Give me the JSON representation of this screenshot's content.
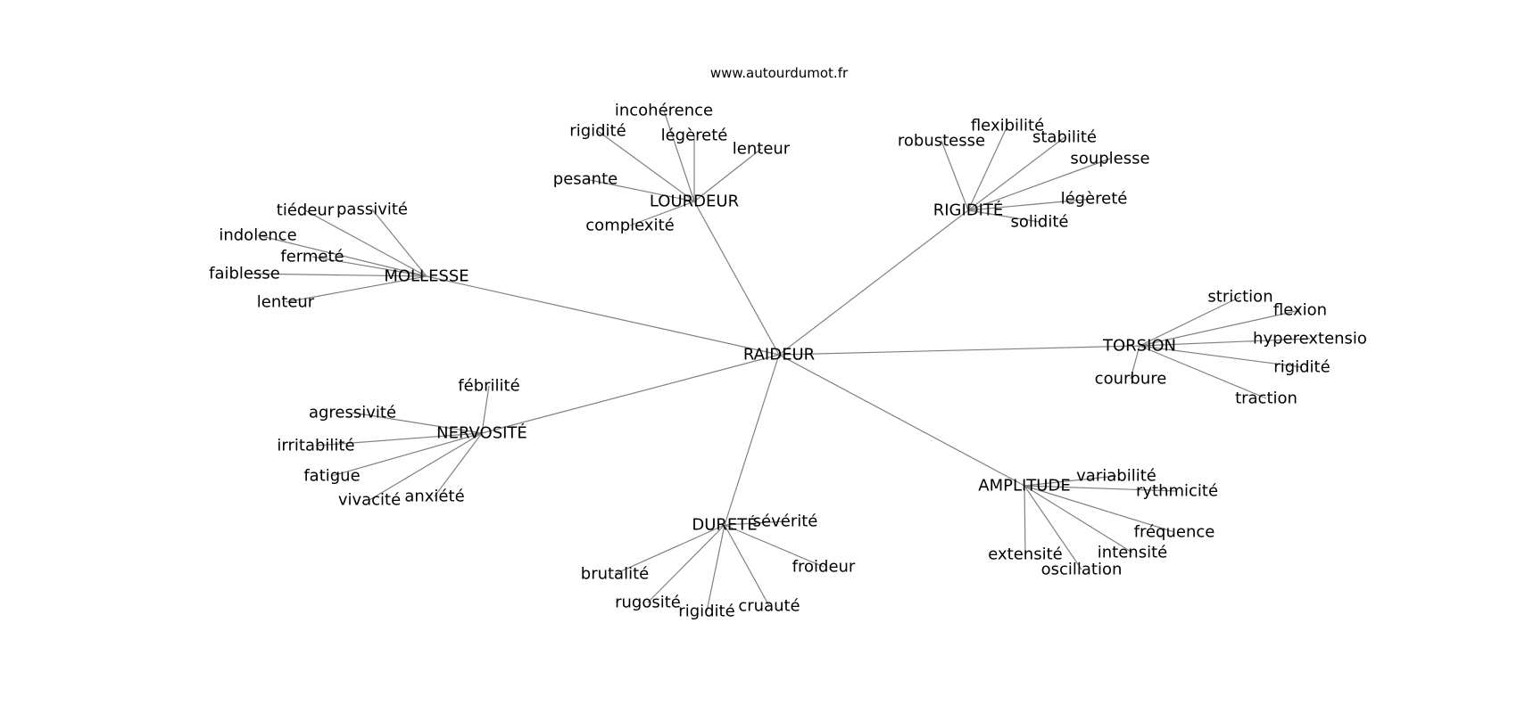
{
  "site": "www.autourdumot.fr",
  "root": "RAIDEUR",
  "groups": [
    {
      "label": "LOURDEUR",
      "children": [
        "incohérence",
        "rigidité",
        "légèreté",
        "lenteur",
        "pesante",
        "complexité"
      ]
    },
    {
      "label": "RIGIDITÉ",
      "children": [
        "flexibilité",
        "robustesse",
        "stabilité",
        "souplesse",
        "légèreté",
        "solidité"
      ]
    },
    {
      "label": "MOLLESSE",
      "children": [
        "tiédeur",
        "passivité",
        "indolence",
        "fermeté",
        "faiblesse",
        "lenteur"
      ]
    },
    {
      "label": "TORSION",
      "children": [
        "striction",
        "flexion",
        "hyperextensio",
        "rigidité",
        "courbure",
        "traction"
      ]
    },
    {
      "label": "NERVOSITÉ",
      "children": [
        "fébrilité",
        "agressivité",
        "irritabilité",
        "fatigue",
        "vivacité",
        "anxiété"
      ]
    },
    {
      "label": "AMPLITUDE",
      "children": [
        "variabilité",
        "rythmicité",
        "fréquence",
        "intensité",
        "extensité",
        "oscillation"
      ]
    },
    {
      "label": "DURETÉ",
      "children": [
        "sévérité",
        "froideur",
        "brutalité",
        "rugosité",
        "rigidité",
        "cruauté"
      ]
    }
  ]
}
